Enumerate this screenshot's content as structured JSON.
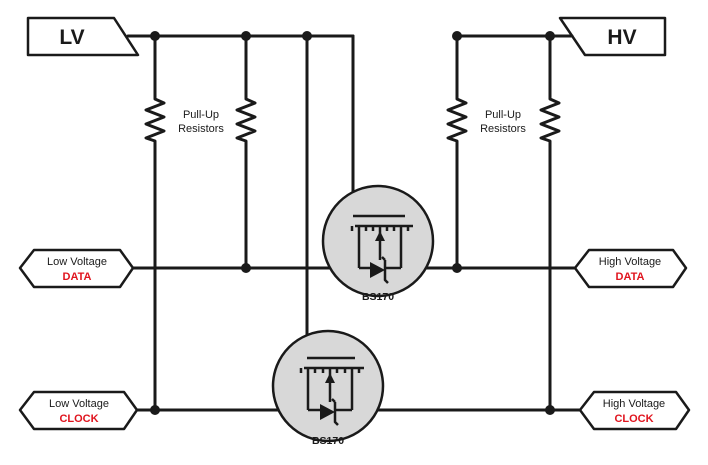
{
  "rails": {
    "low": "LV",
    "high": "HV"
  },
  "resistor_labels": {
    "left": [
      "Pull-Up",
      "Resistors"
    ],
    "right": [
      "Pull-Up",
      "Resistors"
    ]
  },
  "ports": {
    "low_data": {
      "line1": "Low Voltage",
      "line2": "DATA"
    },
    "high_data": {
      "line1": "High Voltage",
      "line2": "DATA"
    },
    "low_clock": {
      "line1": "Low Voltage",
      "line2": "CLOCK"
    },
    "high_clock": {
      "line1": "High Voltage",
      "line2": "CLOCK"
    }
  },
  "transistors": {
    "data": "BS170",
    "clock": "BS170"
  },
  "colors": {
    "line": "#1a1a1a",
    "signal_accent": "#e0141e",
    "mosfet_fill": "#d8d8d8"
  }
}
